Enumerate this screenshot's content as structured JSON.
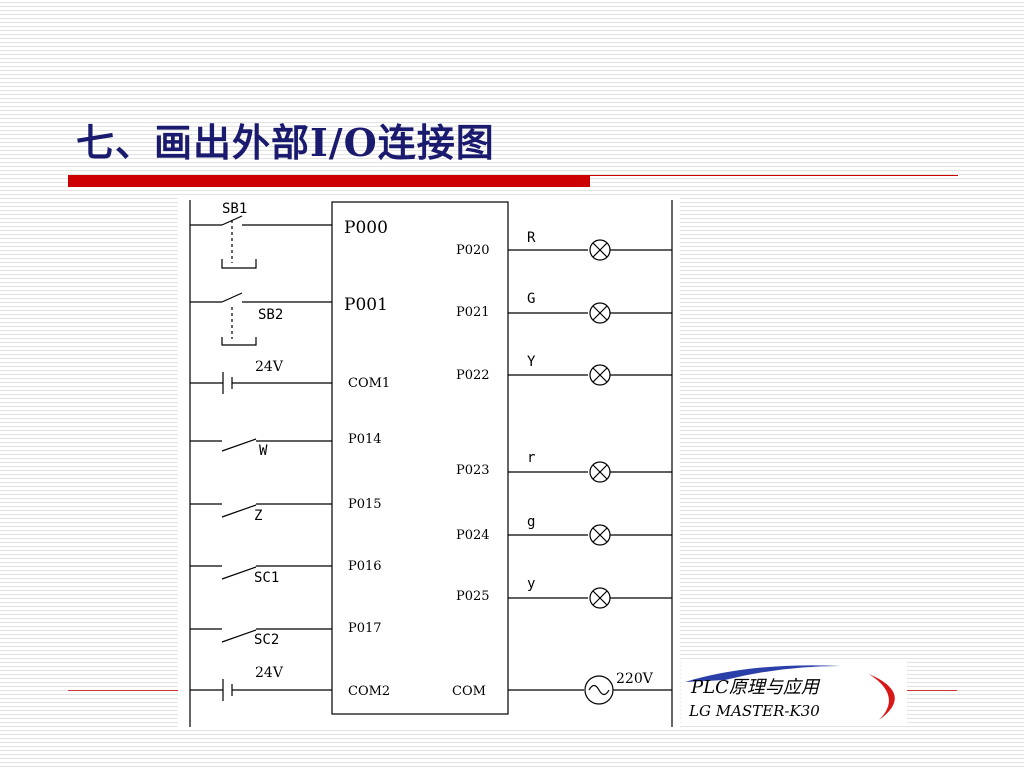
{
  "slide": {
    "title": "七、画出外部I/O连接图",
    "accent_color": "#cc0000",
    "title_color": "#1a1a6e"
  },
  "diagram": {
    "plc_inputs": [
      "P000",
      "P001",
      "COM1",
      "P014",
      "P015",
      "P016",
      "P017",
      "COM2"
    ],
    "plc_outputs": [
      "P020",
      "P021",
      "P022",
      "P023",
      "P024",
      "P025",
      "COM"
    ],
    "switch_labels": [
      "SB1",
      "SB2",
      "W",
      "Z",
      "SC1",
      "SC2"
    ],
    "lamp_labels": [
      "R",
      "G",
      "Y",
      "r",
      "g",
      "y"
    ],
    "input_supply_voltage": "24V",
    "output_supply_voltage": "220V"
  },
  "logo": {
    "line1": "PLC原理与应用",
    "line2": "LG MASTER-K30"
  }
}
